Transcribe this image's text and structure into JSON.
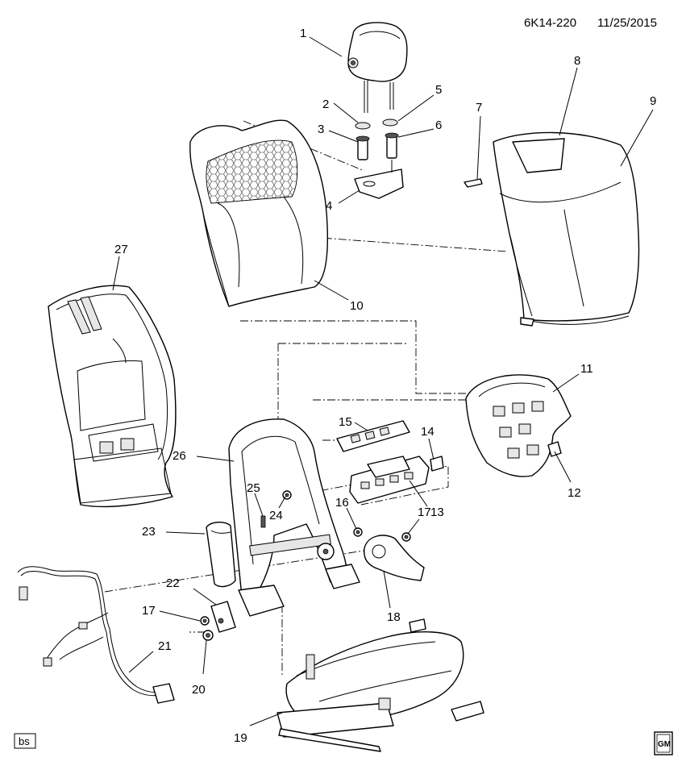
{
  "header": {
    "diagram_id": "6K14-220",
    "date": "11/25/2015"
  },
  "footer": {
    "left_badge": "bs",
    "logo_text": "GM"
  },
  "callouts": [
    {
      "id": "c1",
      "text": "1"
    },
    {
      "id": "c2",
      "text": "2"
    },
    {
      "id": "c3",
      "text": "3"
    },
    {
      "id": "c4",
      "text": "4"
    },
    {
      "id": "c5",
      "text": "5"
    },
    {
      "id": "c6",
      "text": "6"
    },
    {
      "id": "c7",
      "text": "7"
    },
    {
      "id": "c8",
      "text": "8"
    },
    {
      "id": "c9",
      "text": "9"
    },
    {
      "id": "c10",
      "text": "10"
    },
    {
      "id": "c11",
      "text": "11"
    },
    {
      "id": "c12",
      "text": "12"
    },
    {
      "id": "c13",
      "text": "13"
    },
    {
      "id": "c14",
      "text": "14"
    },
    {
      "id": "c15",
      "text": "15"
    },
    {
      "id": "c16",
      "text": "16"
    },
    {
      "id": "c17a",
      "text": "17"
    },
    {
      "id": "c17b",
      "text": "17"
    },
    {
      "id": "c18",
      "text": "18"
    },
    {
      "id": "c19",
      "text": "19"
    },
    {
      "id": "c20",
      "text": "20"
    },
    {
      "id": "c21",
      "text": "21"
    },
    {
      "id": "c22",
      "text": "22"
    },
    {
      "id": "c23",
      "text": "23"
    },
    {
      "id": "c24",
      "text": "24"
    },
    {
      "id": "c25",
      "text": "25"
    },
    {
      "id": "c26",
      "text": "26"
    },
    {
      "id": "c27",
      "text": "27"
    }
  ]
}
